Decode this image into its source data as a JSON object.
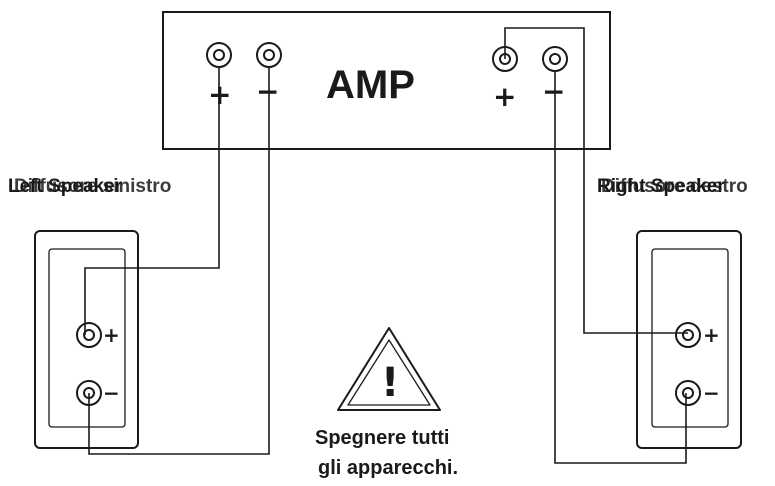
{
  "amp": {
    "title": "AMP",
    "plus_sign": "+",
    "minus_sign": "−"
  },
  "left_speaker": {
    "label_primary": "Left Speaker",
    "label_overlay": "Diffusore sinistro",
    "plus_sign": "+",
    "minus_sign": "−"
  },
  "right_speaker": {
    "label_primary": "Right Speaker",
    "label_overlay": "Diffusore destro",
    "plus_sign": "+",
    "minus_sign": "−"
  },
  "warning": {
    "symbol": "!",
    "line1": "Spegnere tutti",
    "line2": "gli apparecchi."
  },
  "colors": {
    "ink": "#1a1a1a",
    "background": "#ffffff"
  }
}
